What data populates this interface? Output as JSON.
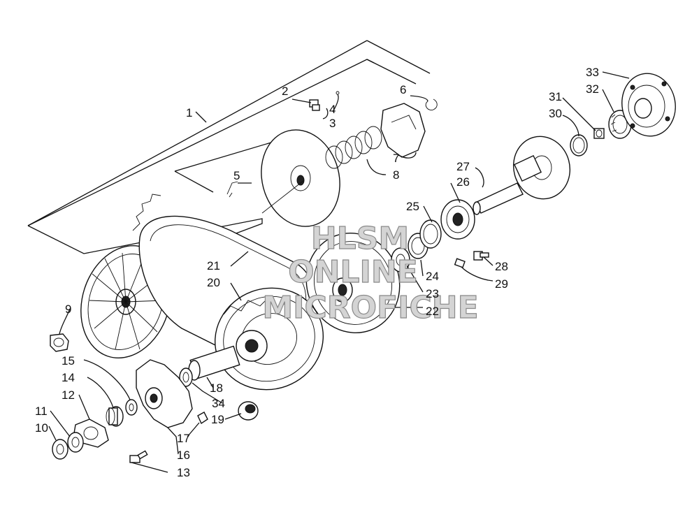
{
  "watermark": {
    "line1": "HLSM",
    "line2": "ONLINE",
    "line3": "MICROFICHE"
  },
  "labels": [
    {
      "id": "1",
      "text": "1"
    },
    {
      "id": "2",
      "text": "2"
    },
    {
      "id": "3",
      "text": "3"
    },
    {
      "id": "4",
      "text": "4"
    },
    {
      "id": "5",
      "text": "5"
    },
    {
      "id": "6",
      "text": "6"
    },
    {
      "id": "7",
      "text": "7"
    },
    {
      "id": "8",
      "text": "8"
    },
    {
      "id": "9",
      "text": "9"
    },
    {
      "id": "10",
      "text": "10"
    },
    {
      "id": "11",
      "text": "11"
    },
    {
      "id": "12",
      "text": "12"
    },
    {
      "id": "13",
      "text": "13"
    },
    {
      "id": "14",
      "text": "14"
    },
    {
      "id": "15",
      "text": "15"
    },
    {
      "id": "16",
      "text": "16"
    },
    {
      "id": "17",
      "text": "17"
    },
    {
      "id": "18",
      "text": "18"
    },
    {
      "id": "19",
      "text": "19"
    },
    {
      "id": "20",
      "text": "20"
    },
    {
      "id": "21",
      "text": "21"
    },
    {
      "id": "22",
      "text": "22"
    },
    {
      "id": "23",
      "text": "23"
    },
    {
      "id": "24",
      "text": "24"
    },
    {
      "id": "25",
      "text": "25"
    },
    {
      "id": "26",
      "text": "26"
    },
    {
      "id": "27",
      "text": "27"
    },
    {
      "id": "28",
      "text": "28"
    },
    {
      "id": "29",
      "text": "29"
    },
    {
      "id": "30",
      "text": "30"
    },
    {
      "id": "31",
      "text": "31"
    },
    {
      "id": "32",
      "text": "32"
    },
    {
      "id": "33",
      "text": "33"
    },
    {
      "id": "34",
      "text": "34"
    }
  ]
}
